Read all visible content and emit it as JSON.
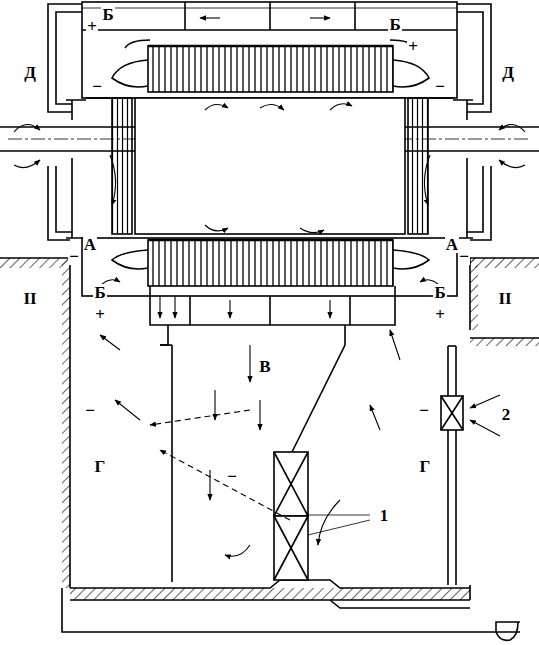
{
  "diagram": {
    "labels": [
      "Б",
      "+",
      "Б",
      "+",
      "Д",
      "Д",
      "−",
      "−",
      "А",
      "−",
      "А",
      "−",
      "Б",
      "+",
      "Б",
      "+",
      "II",
      "II",
      "В",
      "−",
      "−",
      "Г",
      "Г",
      "−",
      "1",
      "2"
    ]
  }
}
